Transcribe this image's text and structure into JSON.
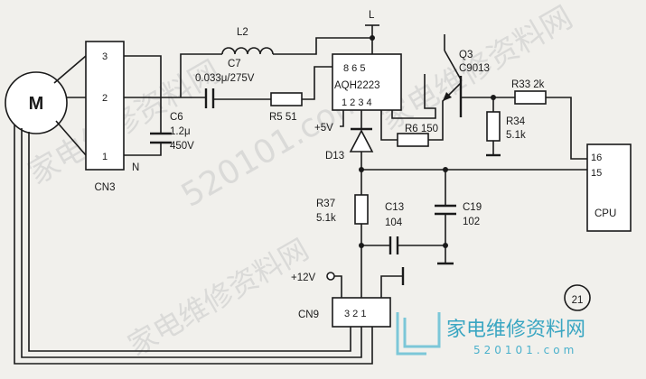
{
  "motor": {
    "label": "M"
  },
  "cn3": {
    "label": "CN3",
    "pins": [
      "3",
      "2",
      "1"
    ],
    "n_label": "N"
  },
  "inductor": {
    "ref": "L2"
  },
  "c7": {
    "ref": "C7",
    "value": "0.033μ/275V"
  },
  "c6": {
    "ref": "C6",
    "value1": "1.2μ",
    "value2": "450V"
  },
  "r5": {
    "label": "R5 51"
  },
  "l_label": "L",
  "aqh": {
    "name": "AQH2223",
    "top_pins": "8   6 5",
    "bottom_pins": "1 2   3 4"
  },
  "plus5v": "+5V",
  "d13": "D13",
  "r6": {
    "label": "R6 150"
  },
  "q3": {
    "ref": "Q3",
    "part": "C9013"
  },
  "r33": {
    "label": "R33 2k"
  },
  "r34": {
    "ref": "R34",
    "value": "5.1k"
  },
  "cpu": {
    "label": "CPU",
    "pin16": "16",
    "pin15": "15"
  },
  "r37": {
    "ref": "R37",
    "value": "5.1k"
  },
  "c13": {
    "ref": "C13",
    "value": "104"
  },
  "c19": {
    "ref": "C19",
    "value": "102"
  },
  "plus12v": "+12V",
  "cn9": {
    "label": "CN9",
    "pins": "3 2 1"
  },
  "figure_number": "21",
  "watermark": {
    "main": "家电维修资料网",
    "url": "520101.com",
    "brand_chinese": "家电维修资料网",
    "brand_url": "520101.com"
  }
}
